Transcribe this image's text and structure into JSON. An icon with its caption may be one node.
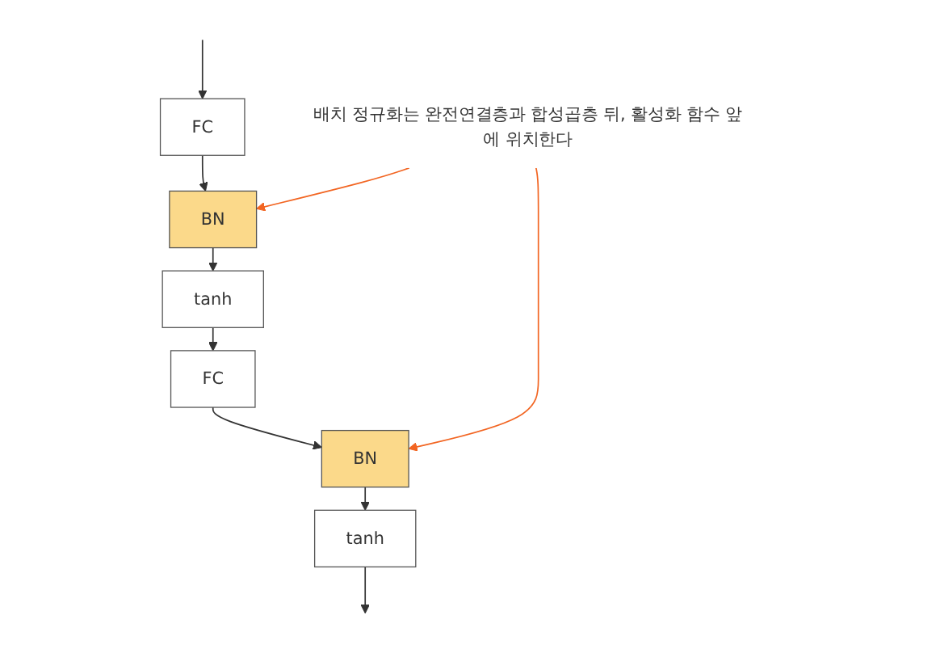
{
  "diagram": {
    "nodes": [
      {
        "text": [
          "FC"
        ]
      },
      {
        "text": [
          "BN"
        ]
      },
      {
        "text": [
          "tanh"
        ]
      },
      {
        "text": [
          "FC"
        ]
      },
      {
        "text": [
          "BN"
        ]
      },
      {
        "text": [
          "tanh"
        ]
      },
      {
        "text": [
          "배치 정규화는 완전연결층과 합성곱층 뒤, 활성화 함수 앞에 위치한다"
        ]
      }
    ],
    "edges": [
      {
        "from": null,
        "to": 0,
        "arrow": "to"
      },
      {
        "from": 0,
        "to": 1,
        "arrow": "to"
      },
      {
        "from": 1,
        "to": 2,
        "arrow": "to"
      },
      {
        "from": 2,
        "to": 3,
        "arrow": "to"
      },
      {
        "from": 3,
        "to": 4,
        "arrow": "to"
      },
      {
        "from": 4,
        "to": 5,
        "arrow": "to"
      },
      {
        "from": 5,
        "to": null,
        "arrow": "to"
      },
      {
        "from": 6,
        "to": 1,
        "arrow": "to",
        "color": "#f26522"
      },
      {
        "from": 6,
        "to": 4,
        "arrow": "to",
        "color": "#f26522"
      }
    ]
  }
}
